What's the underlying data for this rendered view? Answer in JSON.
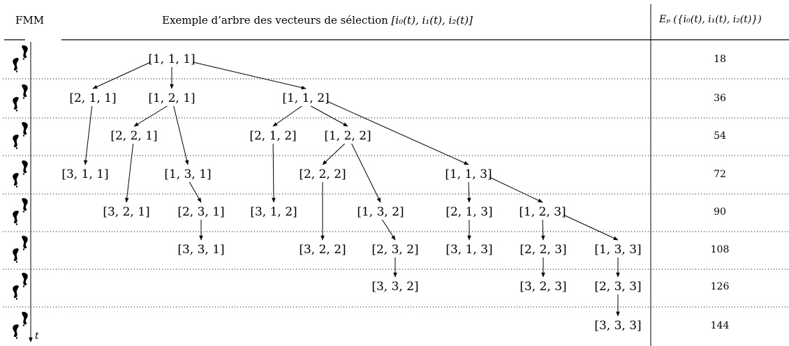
{
  "header": {
    "fmm_label": "FMM",
    "title_prefix": "Exemple d’arbre des vecteurs de sélection ",
    "title_math": "[i₀(t), i₁(t), i₂(t)]",
    "ep_label": "Eₚ ({i₀(t), i₁(t), i₂(t)})"
  },
  "time_axis_label": "t",
  "energies": [
    "18",
    "36",
    "54",
    "72",
    "90",
    "108",
    "126",
    "144"
  ],
  "tree": {
    "nodes": [
      {
        "id": "111",
        "label": "[1, 1, 1]"
      },
      {
        "id": "211",
        "label": "[2, 1, 1]"
      },
      {
        "id": "121",
        "label": "[1, 2, 1]"
      },
      {
        "id": "112",
        "label": "[1, 1, 2]"
      },
      {
        "id": "221",
        "label": "[2, 2, 1]"
      },
      {
        "id": "212",
        "label": "[2, 1, 2]"
      },
      {
        "id": "122",
        "label": "[1, 2, 2]"
      },
      {
        "id": "311",
        "label": "[3, 1, 1]"
      },
      {
        "id": "131",
        "label": "[1, 3, 1]"
      },
      {
        "id": "222",
        "label": "[2, 2, 2]"
      },
      {
        "id": "113",
        "label": "[1, 1, 3]"
      },
      {
        "id": "321",
        "label": "[3, 2, 1]"
      },
      {
        "id": "231",
        "label": "[2, 3, 1]"
      },
      {
        "id": "312",
        "label": "[3, 1, 2]"
      },
      {
        "id": "132",
        "label": "[1, 3, 2]"
      },
      {
        "id": "213",
        "label": "[2, 1, 3]"
      },
      {
        "id": "123",
        "label": "[1, 2, 3]"
      },
      {
        "id": "331",
        "label": "[3, 3, 1]"
      },
      {
        "id": "322",
        "label": "[3, 2, 2]"
      },
      {
        "id": "232",
        "label": "[2, 3, 2]"
      },
      {
        "id": "313",
        "label": "[3, 1, 3]"
      },
      {
        "id": "223",
        "label": "[2, 2, 3]"
      },
      {
        "id": "133",
        "label": "[1, 3, 3]"
      },
      {
        "id": "332",
        "label": "[3, 3, 2]"
      },
      {
        "id": "323",
        "label": "[3, 2, 3]"
      },
      {
        "id": "233",
        "label": "[2, 3, 3]"
      },
      {
        "id": "333",
        "label": "[3, 3, 3]"
      }
    ],
    "edges": [
      [
        "111",
        "211"
      ],
      [
        "111",
        "121"
      ],
      [
        "111",
        "112"
      ],
      [
        "121",
        "221"
      ],
      [
        "121",
        "131"
      ],
      [
        "211",
        "311"
      ],
      [
        "112",
        "212"
      ],
      [
        "112",
        "122"
      ],
      [
        "112",
        "113"
      ],
      [
        "221",
        "321"
      ],
      [
        "131",
        "231"
      ],
      [
        "212",
        "312"
      ],
      [
        "122",
        "222"
      ],
      [
        "122",
        "132"
      ],
      [
        "113",
        "213"
      ],
      [
        "113",
        "123"
      ],
      [
        "231",
        "331"
      ],
      [
        "222",
        "322"
      ],
      [
        "132",
        "232"
      ],
      [
        "213",
        "313"
      ],
      [
        "123",
        "223"
      ],
      [
        "123",
        "133"
      ],
      [
        "232",
        "332"
      ],
      [
        "223",
        "323"
      ],
      [
        "133",
        "233"
      ],
      [
        "233",
        "333"
      ]
    ]
  }
}
